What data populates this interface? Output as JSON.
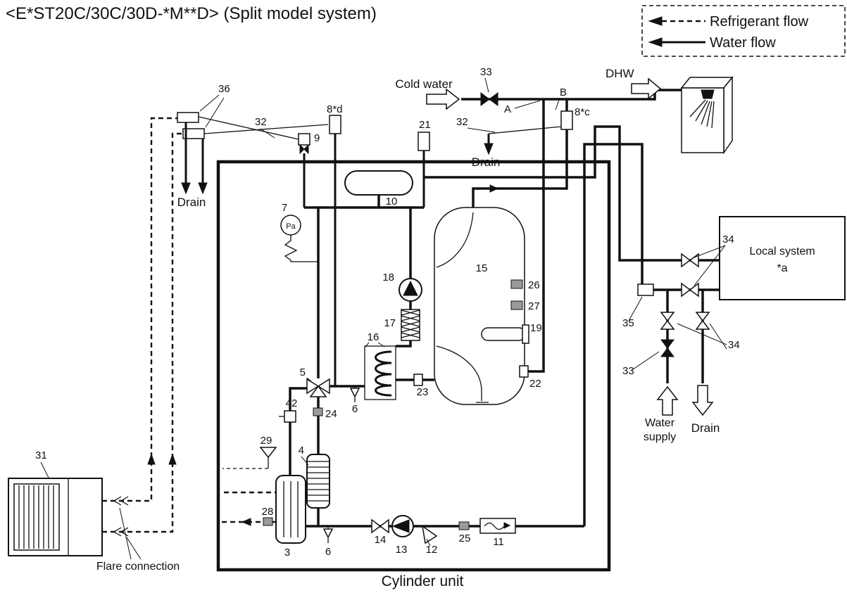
{
  "title": "<E*ST20C/30C/30D-*M**D>  (Split model system)",
  "legend": {
    "refrigerant": "Refrigerant flow",
    "water": "Water flow"
  },
  "labels": {
    "cold_water": "Cold water",
    "dhw": "DHW",
    "drain": "Drain",
    "water": "Water",
    "supply": "supply",
    "cylinder_unit": "Cylinder unit",
    "local_system": "Local system",
    "local_system_note": "*a",
    "flare_connection": "Flare connection",
    "gauge": "Pa",
    "point_a": "A",
    "point_b": "B"
  },
  "components": {
    "c3": "3",
    "c4": "4",
    "c5": "5",
    "c6": "6",
    "c7": "7",
    "c8c": "8*c",
    "c8d": "8*d",
    "c9": "9",
    "c10": "10",
    "c11": "11",
    "c12": "12",
    "c13": "13",
    "c14": "14",
    "c15": "15",
    "c16": "16",
    "c17": "17",
    "c18": "18",
    "c19": "19",
    "c21": "21",
    "c22": "22",
    "c23": "23",
    "c24": "24",
    "c25": "25",
    "c26": "26",
    "c27": "27",
    "c28": "28",
    "c29": "29",
    "c31": "31",
    "c32": "32",
    "c33": "33",
    "c34": "34",
    "c35": "35",
    "c36": "36",
    "c42": "42"
  }
}
